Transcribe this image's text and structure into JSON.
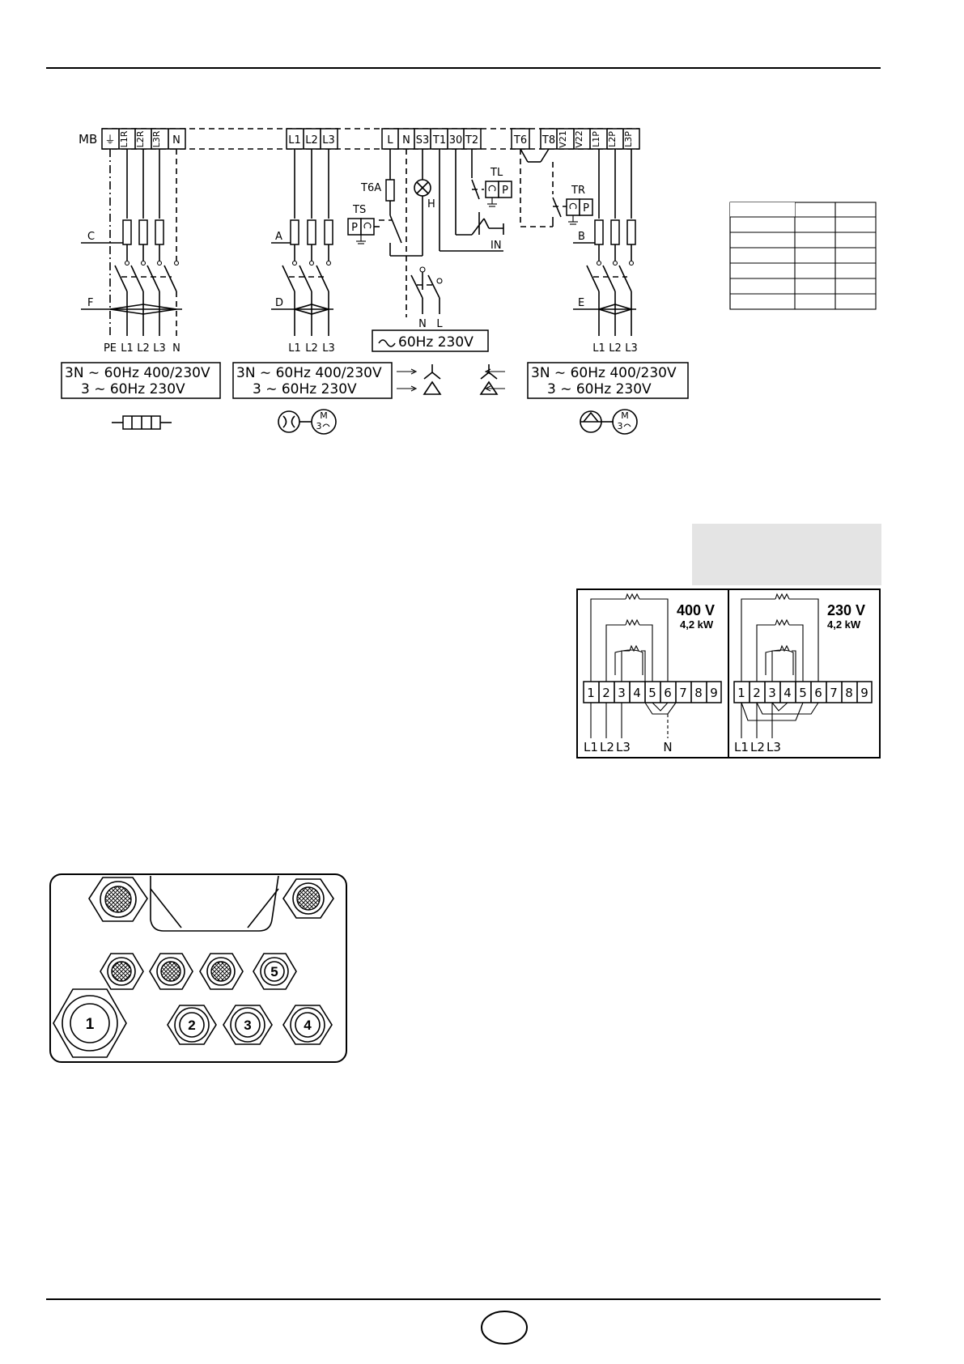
{
  "terminal_block": {
    "prefix": "MB",
    "terminals_a": [
      "⏚",
      "L1R",
      "L2R",
      "L3R",
      "N"
    ],
    "terminals_b": [
      "L1",
      "L2",
      "L3"
    ],
    "terminals_c": [
      "L",
      "N",
      "S3",
      "T1",
      "30",
      "T2"
    ],
    "terminals_d": [
      "T6"
    ],
    "terminals_e": [
      "T8",
      "V21",
      "V22",
      "L1P",
      "L2P",
      "L3P"
    ]
  },
  "labels": {
    "c": "C",
    "f": "F",
    "a": "A",
    "d": "D",
    "b": "B",
    "e": "E",
    "t6a": "T6A",
    "ts": "TS",
    "tl": "TL",
    "tr": "TR",
    "h": "H",
    "in": "IN",
    "p": "P",
    "n": "N",
    "l": "L"
  },
  "bottom_labels": {
    "left": [
      "PE",
      "L1",
      "L2",
      "L3",
      "N"
    ],
    "middle": [
      "L1",
      "L2",
      "L3"
    ],
    "right": [
      "L1",
      "L2",
      "L3"
    ]
  },
  "supply_boxes": {
    "control": "60Hz  230V",
    "line1": "3N ∼ 60Hz  400/230V",
    "line2": "3 ∼ 60Hz  230V"
  },
  "heater_diagrams": {
    "left": {
      "voltage": "400 V",
      "power": "4,2 kW",
      "bottom": [
        "L1",
        "L2",
        "L3",
        "N"
      ]
    },
    "right": {
      "voltage": "230 V",
      "power": "4,2 kW",
      "bottom": [
        "L1",
        "L2",
        "L3"
      ]
    },
    "terminals": [
      "1",
      "2",
      "3",
      "4",
      "5",
      "6",
      "7",
      "8",
      "9"
    ]
  },
  "gland_numbers": [
    "1",
    "2",
    "3",
    "4",
    "5"
  ]
}
